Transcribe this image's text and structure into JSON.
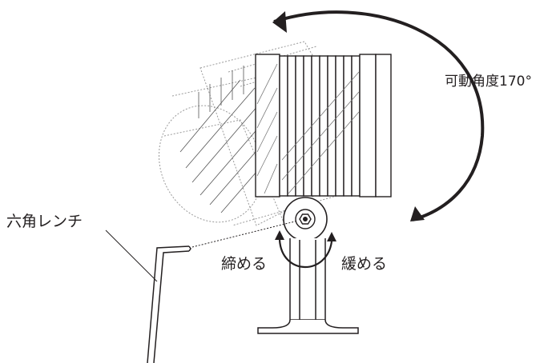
{
  "labels": {
    "rotation_angle": "可動角度170°",
    "hex_wrench": "六角レンチ",
    "tighten": "締める",
    "loosen": "緩める"
  },
  "colors": {
    "line": "#231f20",
    "ghost_line": "#9a9a9a",
    "fill": "#ffffff"
  },
  "icons": {
    "rotation_arrow": "curved-arrow",
    "pivot_bolt": "hex-socket-bolt"
  }
}
